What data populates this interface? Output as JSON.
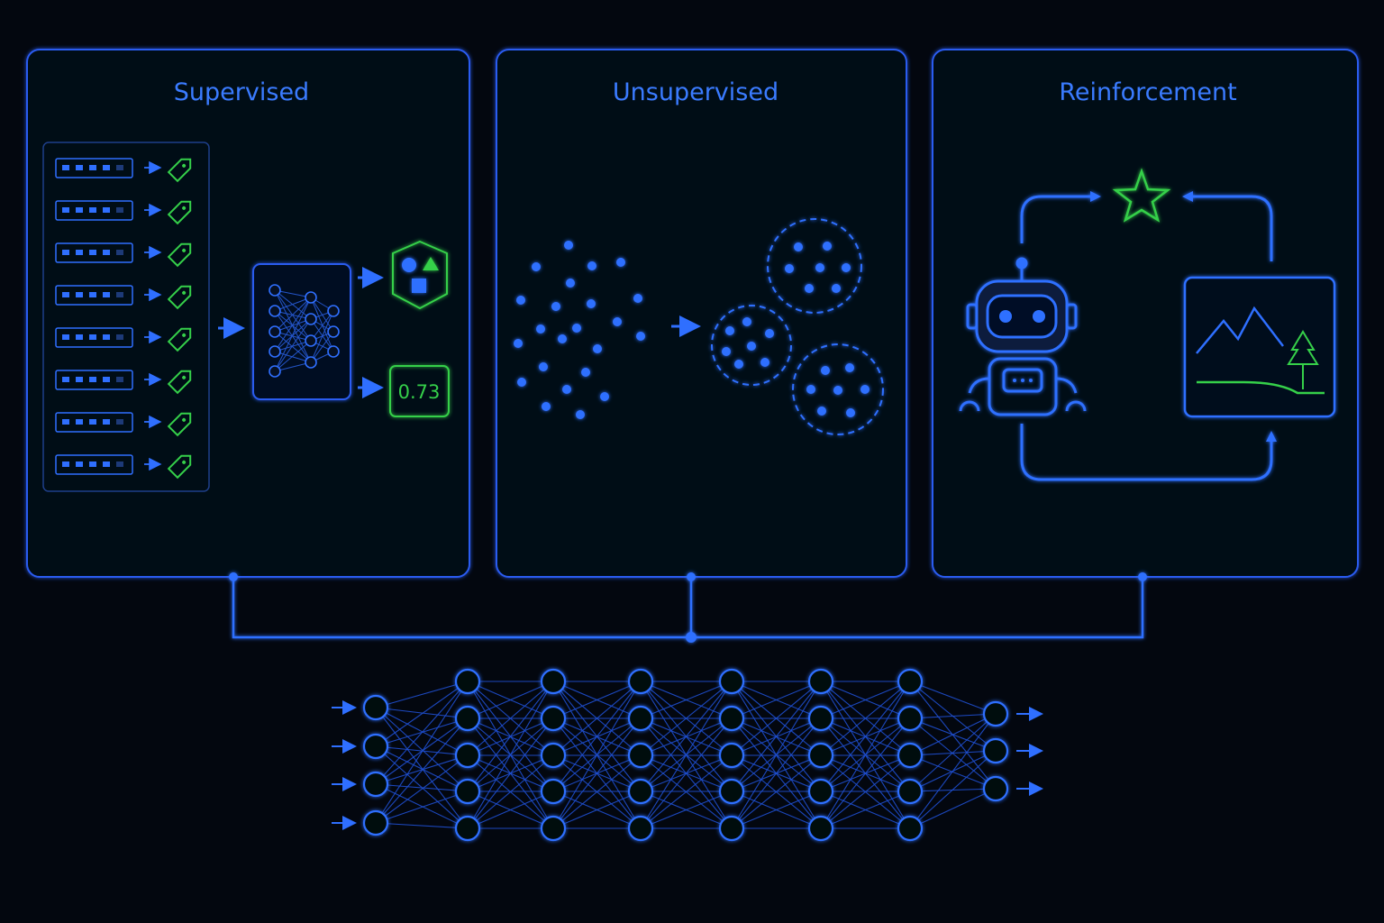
{
  "panels": {
    "supervised": {
      "title": "Supervised",
      "rows": 8,
      "prediction": "0.73"
    },
    "unsupervised": {
      "title": "Unsupervised"
    },
    "reinforcement": {
      "title": "Reinforcement"
    }
  },
  "network": {
    "layers": [
      4,
      5,
      5,
      5,
      5,
      5,
      5,
      3
    ]
  },
  "colors": {
    "background": "#03070f",
    "accent_blue": "#2f6fff",
    "accent_green": "#35d04a",
    "panel_border": "#2a5cf0"
  },
  "icons": [
    "tag-icon",
    "shapes-shield-icon",
    "star-icon",
    "robot-icon",
    "landscape-icon",
    "neural-network-icon"
  ]
}
